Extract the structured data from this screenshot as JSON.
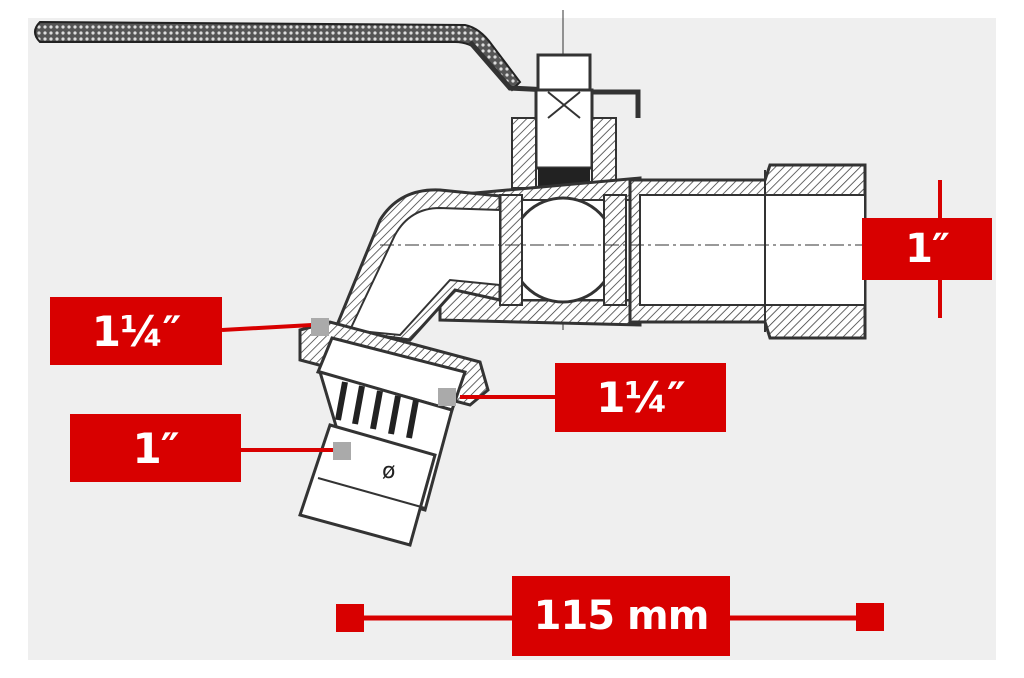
{
  "colors": {
    "accent": "#d80000",
    "background": "#efefef",
    "line": "#333333"
  },
  "labels": {
    "outlet_thread_top": "1¼″",
    "outlet_thread_nut": "1¼″",
    "hose_connector": "1″",
    "inlet_thread": "1″",
    "length": "115 mm"
  },
  "symbols": {
    "diameter": "ø"
  }
}
